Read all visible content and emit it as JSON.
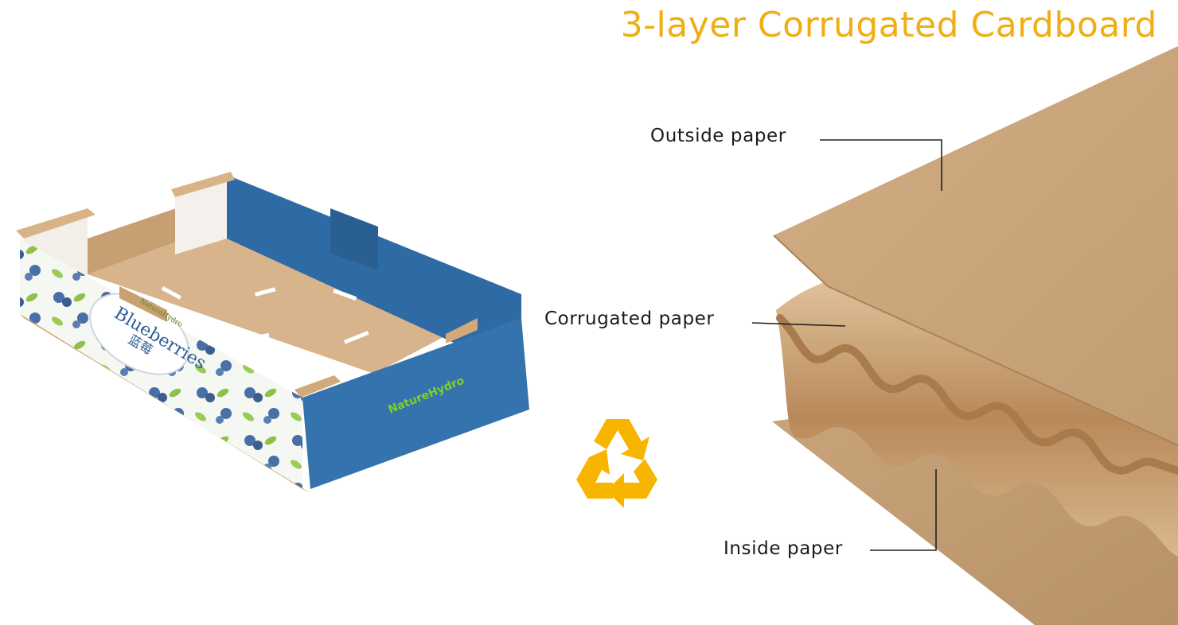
{
  "title": "3-layer Corrugated Cardboard",
  "layers": {
    "outside": "Outside paper",
    "corrugated": "Corrugated paper",
    "inside": "Inside paper"
  },
  "box": {
    "brand": "NatureHydro",
    "product": "Blueberries",
    "product_cn": "蓝莓",
    "side_brand": "NatureHydro"
  },
  "colors": {
    "title": "#f0ae14",
    "kraft": "#c9a47a",
    "box_blue": "#2f6ea8",
    "recycle": "#f7b500",
    "brand_green": "#7ed321"
  },
  "icons": [
    "recycle-icon"
  ]
}
